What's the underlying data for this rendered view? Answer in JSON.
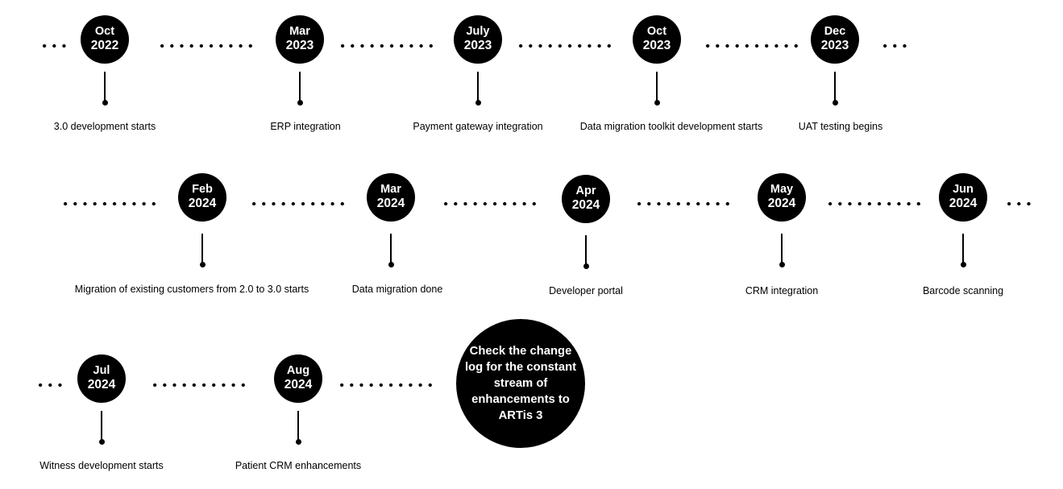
{
  "milestones": [
    {
      "month": "Oct",
      "year": "2022",
      "label": "3.0 development starts"
    },
    {
      "month": "Mar",
      "year": "2023",
      "label": "ERP integration"
    },
    {
      "month": "July",
      "year": "2023",
      "label": "Payment gateway integration"
    },
    {
      "month": "Oct",
      "year": "2023",
      "label": "Data migration toolkit development starts"
    },
    {
      "month": "Dec",
      "year": "2023",
      "label": "UAT testing begins"
    },
    {
      "month": "Feb",
      "year": "2024",
      "label": "Migration of existing customers from 2.0 to 3.0 starts"
    },
    {
      "month": "Mar",
      "year": "2024",
      "label": "Data migration done"
    },
    {
      "month": "Apr",
      "year": "2024",
      "label": "Developer portal"
    },
    {
      "month": "May",
      "year": "2024",
      "label": "CRM integration"
    },
    {
      "month": "Jun",
      "year": "2024",
      "label": "Barcode scanning"
    },
    {
      "month": "Jul",
      "year": "2024",
      "label": "Witness development starts"
    },
    {
      "month": "Aug",
      "year": "2024",
      "label": "Patient CRM enhancements"
    }
  ],
  "callout": "Check the change log for the constant stream of enhancements to ARTis 3"
}
